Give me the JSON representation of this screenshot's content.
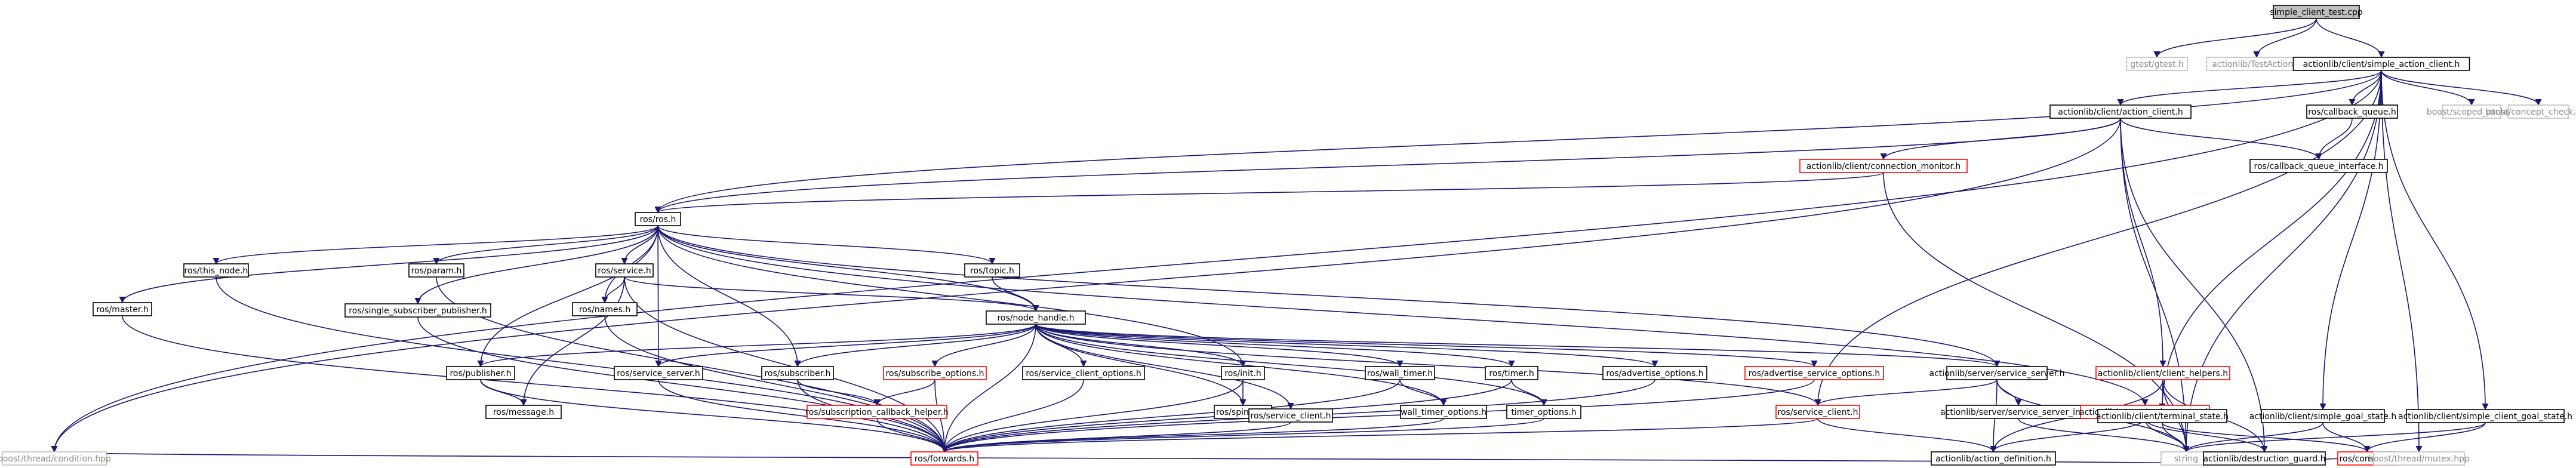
{
  "nodes": [
    {
      "id": "root",
      "label": "simple_client_test.cpp",
      "style": "root"
    },
    {
      "id": "gtest",
      "label": "gtest/gtest.h",
      "style": "gray"
    },
    {
      "id": "testaction",
      "label": "actionlib/TestAction.h",
      "style": "gray"
    },
    {
      "id": "sac",
      "label": "actionlib/client/simple_action_client.h",
      "style": "black"
    },
    {
      "id": "scoped",
      "label": "boost/scoped_ptr.hpp",
      "style": "gray"
    },
    {
      "id": "concept",
      "label": "boost/concept_check.hpp",
      "style": "gray"
    },
    {
      "id": "ac",
      "label": "actionlib/client/action_client.h",
      "style": "black"
    },
    {
      "id": "cbq",
      "label": "ros/callback_queue.h",
      "style": "black"
    },
    {
      "id": "connmon",
      "label": "actionlib/client/connection_monitor.h",
      "style": "red"
    },
    {
      "id": "cbqi",
      "label": "ros/callback_queue_interface.h",
      "style": "black"
    },
    {
      "id": "ros",
      "label": "ros/ros.h",
      "style": "black"
    },
    {
      "id": "thisnode",
      "label": "ros/this_node.h",
      "style": "black"
    },
    {
      "id": "param",
      "label": "ros/param.h",
      "style": "black"
    },
    {
      "id": "service",
      "label": "ros/service.h",
      "style": "black"
    },
    {
      "id": "topic",
      "label": "ros/topic.h",
      "style": "black"
    },
    {
      "id": "master",
      "label": "ros/master.h",
      "style": "black"
    },
    {
      "id": "ssp",
      "label": "ros/single_subscriber_publisher.h",
      "style": "black"
    },
    {
      "id": "names",
      "label": "ros/names.h",
      "style": "black"
    },
    {
      "id": "nodehandle",
      "label": "ros/node_handle.h",
      "style": "black"
    },
    {
      "id": "publisher",
      "label": "ros/publisher.h",
      "style": "black"
    },
    {
      "id": "servserver",
      "label": "ros/service_server.h",
      "style": "black"
    },
    {
      "id": "subscriber",
      "label": "ros/subscriber.h",
      "style": "black"
    },
    {
      "id": "subopts",
      "label": "ros/subscribe_options.h",
      "style": "red"
    },
    {
      "id": "sco",
      "label": "ros/service_client_options.h",
      "style": "black"
    },
    {
      "id": "init",
      "label": "ros/init.h",
      "style": "black"
    },
    {
      "id": "walltimer",
      "label": "ros/wall_timer.h",
      "style": "black"
    },
    {
      "id": "timer",
      "label": "ros/timer.h",
      "style": "black"
    },
    {
      "id": "advopts",
      "label": "ros/advertise_options.h",
      "style": "black"
    },
    {
      "id": "advsrvopts",
      "label": "ros/advertise_service_options.h",
      "style": "red"
    },
    {
      "id": "message",
      "label": "ros/message.h",
      "style": "black"
    },
    {
      "id": "sch",
      "label": "ros/subscription_callback_helper.h",
      "style": "red"
    },
    {
      "id": "spinner",
      "label": "ros/spinner.h",
      "style": "black"
    },
    {
      "id": "servclient",
      "label": "ros/service_client.h",
      "style": "black"
    },
    {
      "id": "wto",
      "label": "wall_timer_options.h",
      "style": "black"
    },
    {
      "id": "to",
      "label": "timer_options.h",
      "style": "black"
    },
    {
      "id": "forwards",
      "label": "ros/forwards.h",
      "style": "red"
    },
    {
      "id": "aserver",
      "label": "actionlib/server/service_server.h",
      "style": "black"
    },
    {
      "id": "rosservclient",
      "label": "ros/service_client.h",
      "style": "red"
    },
    {
      "id": "ssimp",
      "label": "actionlib/server/service_server_imp.h",
      "style": "black"
    },
    {
      "id": "actserver",
      "label": "actionlib/server/action_server.h",
      "style": "red"
    },
    {
      "id": "actdef",
      "label": "actionlib/action_definition.h",
      "style": "black"
    },
    {
      "id": "helpers",
      "label": "actionlib/client/client_helpers.h",
      "style": "red"
    },
    {
      "id": "terminal",
      "label": "actionlib/client/terminal_state.h",
      "style": "black"
    },
    {
      "id": "sgs",
      "label": "actionlib/client/simple_goal_state.h",
      "style": "black"
    },
    {
      "id": "scgs",
      "label": "actionlib/client/simple_client_goal_state.h",
      "style": "black"
    },
    {
      "id": "string",
      "label": "string",
      "style": "gray"
    },
    {
      "id": "guard",
      "label": "actionlib/destruction_guard.h",
      "style": "black"
    },
    {
      "id": "console",
      "label": "ros/console.h",
      "style": "red"
    },
    {
      "id": "condition",
      "label": "boost/thread/condition.hpp",
      "style": "gray"
    },
    {
      "id": "mutex",
      "label": "boost/thread/mutex.hpp",
      "style": "gray"
    }
  ],
  "edges": [
    [
      "root",
      "gtest"
    ],
    [
      "root",
      "testaction"
    ],
    [
      "root",
      "sac"
    ],
    [
      "sac",
      "scoped"
    ],
    [
      "sac",
      "concept"
    ],
    [
      "sac",
      "ac"
    ],
    [
      "sac",
      "cbq"
    ],
    [
      "sac",
      "ros"
    ],
    [
      "sac",
      "terminal"
    ],
    [
      "sac",
      "sgs"
    ],
    [
      "sac",
      "scgs"
    ],
    [
      "sac",
      "string"
    ],
    [
      "sac",
      "mutex"
    ],
    [
      "sac",
      "condition"
    ],
    [
      "sac",
      "rosservclient"
    ],
    [
      "ac",
      "connmon"
    ],
    [
      "ac",
      "cbqi"
    ],
    [
      "ac",
      "ros"
    ],
    [
      "ac",
      "helpers"
    ],
    [
      "ac",
      "guard"
    ],
    [
      "ac",
      "string"
    ],
    [
      "ac",
      "condition"
    ],
    [
      "cbq",
      "cbqi"
    ],
    [
      "connmon",
      "ros"
    ],
    [
      "connmon",
      "string"
    ],
    [
      "ros",
      "thisnode"
    ],
    [
      "ros",
      "param"
    ],
    [
      "ros",
      "service"
    ],
    [
      "ros",
      "topic"
    ],
    [
      "ros",
      "master"
    ],
    [
      "ros",
      "ssp"
    ],
    [
      "ros",
      "names"
    ],
    [
      "ros",
      "nodehandle"
    ],
    [
      "ros",
      "publisher"
    ],
    [
      "ros",
      "subscriber"
    ],
    [
      "ros",
      "init"
    ],
    [
      "ros",
      "servserver"
    ],
    [
      "ros",
      "aserver"
    ],
    [
      "ros",
      "actserver"
    ],
    [
      "thisnode",
      "forwards"
    ],
    [
      "master",
      "forwards"
    ],
    [
      "ssp",
      "forwards"
    ],
    [
      "param",
      "forwards"
    ],
    [
      "service",
      "names"
    ],
    [
      "service",
      "forwards"
    ],
    [
      "service",
      "message"
    ],
    [
      "service",
      "nodehandle"
    ],
    [
      "topic",
      "nodehandle"
    ],
    [
      "names",
      "forwards"
    ],
    [
      "nodehandle",
      "publisher"
    ],
    [
      "nodehandle",
      "servserver"
    ],
    [
      "nodehandle",
      "subscriber"
    ],
    [
      "nodehandle",
      "subopts"
    ],
    [
      "nodehandle",
      "sco"
    ],
    [
      "nodehandle",
      "init"
    ],
    [
      "nodehandle",
      "walltimer"
    ],
    [
      "nodehandle",
      "timer"
    ],
    [
      "nodehandle",
      "advopts"
    ],
    [
      "nodehandle",
      "advsrvopts"
    ],
    [
      "nodehandle",
      "spinner"
    ],
    [
      "nodehandle",
      "servclient"
    ],
    [
      "nodehandle",
      "wto"
    ],
    [
      "nodehandle",
      "to"
    ],
    [
      "nodehandle",
      "forwards"
    ],
    [
      "nodehandle",
      "aserver"
    ],
    [
      "nodehandle",
      "rosservclient"
    ],
    [
      "publisher",
      "message"
    ],
    [
      "publisher",
      "forwards"
    ],
    [
      "servserver",
      "forwards"
    ],
    [
      "subscriber",
      "forwards"
    ],
    [
      "subscriber",
      "sch"
    ],
    [
      "subopts",
      "sch"
    ],
    [
      "subopts",
      "forwards"
    ],
    [
      "sch",
      "forwards"
    ],
    [
      "sco",
      "forwards"
    ],
    [
      "init",
      "forwards"
    ],
    [
      "init",
      "spinner"
    ],
    [
      "walltimer",
      "wto"
    ],
    [
      "walltimer",
      "forwards"
    ],
    [
      "timer",
      "to"
    ],
    [
      "timer",
      "forwards"
    ],
    [
      "advopts",
      "forwards"
    ],
    [
      "advsrvopts",
      "forwards"
    ],
    [
      "servclient",
      "forwards"
    ],
    [
      "wto",
      "forwards"
    ],
    [
      "to",
      "forwards"
    ],
    [
      "aserver",
      "rosservclient"
    ],
    [
      "aserver",
      "ssimp"
    ],
    [
      "aserver",
      "actdef"
    ],
    [
      "aserver",
      "string"
    ],
    [
      "rosservclient",
      "forwards"
    ],
    [
      "rosservclient",
      "actdef"
    ],
    [
      "ssimp",
      "string"
    ],
    [
      "actserver",
      "string"
    ],
    [
      "actserver",
      "actdef"
    ],
    [
      "actserver",
      "guard"
    ],
    [
      "helpers",
      "terminal"
    ],
    [
      "helpers",
      "guard"
    ],
    [
      "helpers",
      "actdef"
    ],
    [
      "helpers",
      "string"
    ],
    [
      "terminal",
      "string"
    ],
    [
      "terminal",
      "console"
    ],
    [
      "sgs",
      "string"
    ],
    [
      "sgs",
      "console"
    ],
    [
      "scgs",
      "string"
    ],
    [
      "scgs",
      "console"
    ],
    [
      "guard",
      "condition"
    ],
    [
      "guard",
      "mutex"
    ]
  ]
}
